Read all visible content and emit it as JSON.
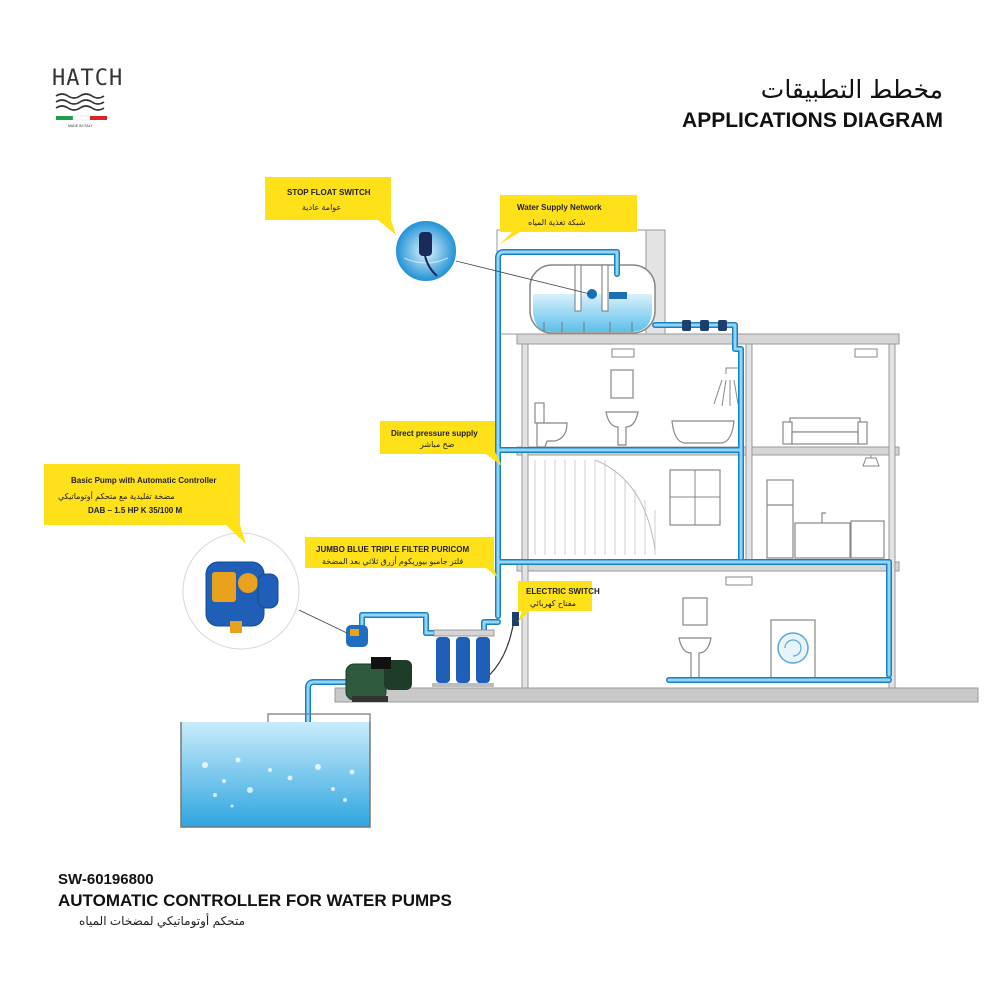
{
  "brand": {
    "logo_text": "HATCH",
    "logo_sub": "MADE IN ITALY",
    "flag_colors": [
      "#1e9e4a",
      "#ffffff",
      "#d8232a"
    ]
  },
  "header": {
    "title_ar": "مخطط التطبيقات",
    "title_en": "APPLICATIONS DIAGRAM"
  },
  "callouts": {
    "stop_float": {
      "en": "STOP FLOAT SWITCH",
      "ar": "عوامة عادية"
    },
    "water_supply": {
      "en": "Water Supply Network",
      "ar": "شبكة تغذية المياه"
    },
    "direct_pressure": {
      "en": "Direct pressure supply",
      "ar": "ضخ مباشر"
    },
    "basic_pump": {
      "en": "Basic Pump with Automatic Controller",
      "ar": "مضخة تقليدية مع متحكم أوتوماتيكي",
      "model": "DAB – 1.5 HP K 35/100 M"
    },
    "filter": {
      "en": "JUMBO BLUE TRIPLE FILTER PURICOM",
      "ar": "فلتر جامبو بيوريكوم أزرق ثلاثي بعد المضخة"
    },
    "electric_switch": {
      "en": "ELECTRIC SWITCH",
      "ar": "مفتاح كهربائي"
    }
  },
  "footer": {
    "sku": "SW-60196800",
    "product_en": "AUTOMATIC CONTROLLER FOR WATER PUMPS",
    "product_ar": "متحكم أوتوماتيكي لمضخات المياه"
  },
  "colors": {
    "callout_bg": "#ffe11a",
    "pipe": "#2fa6e6",
    "pipe_dark": "#1b6fb5",
    "water": "#8fd3f2",
    "building_line": "#888888",
    "floor": "#c9c9c9"
  }
}
